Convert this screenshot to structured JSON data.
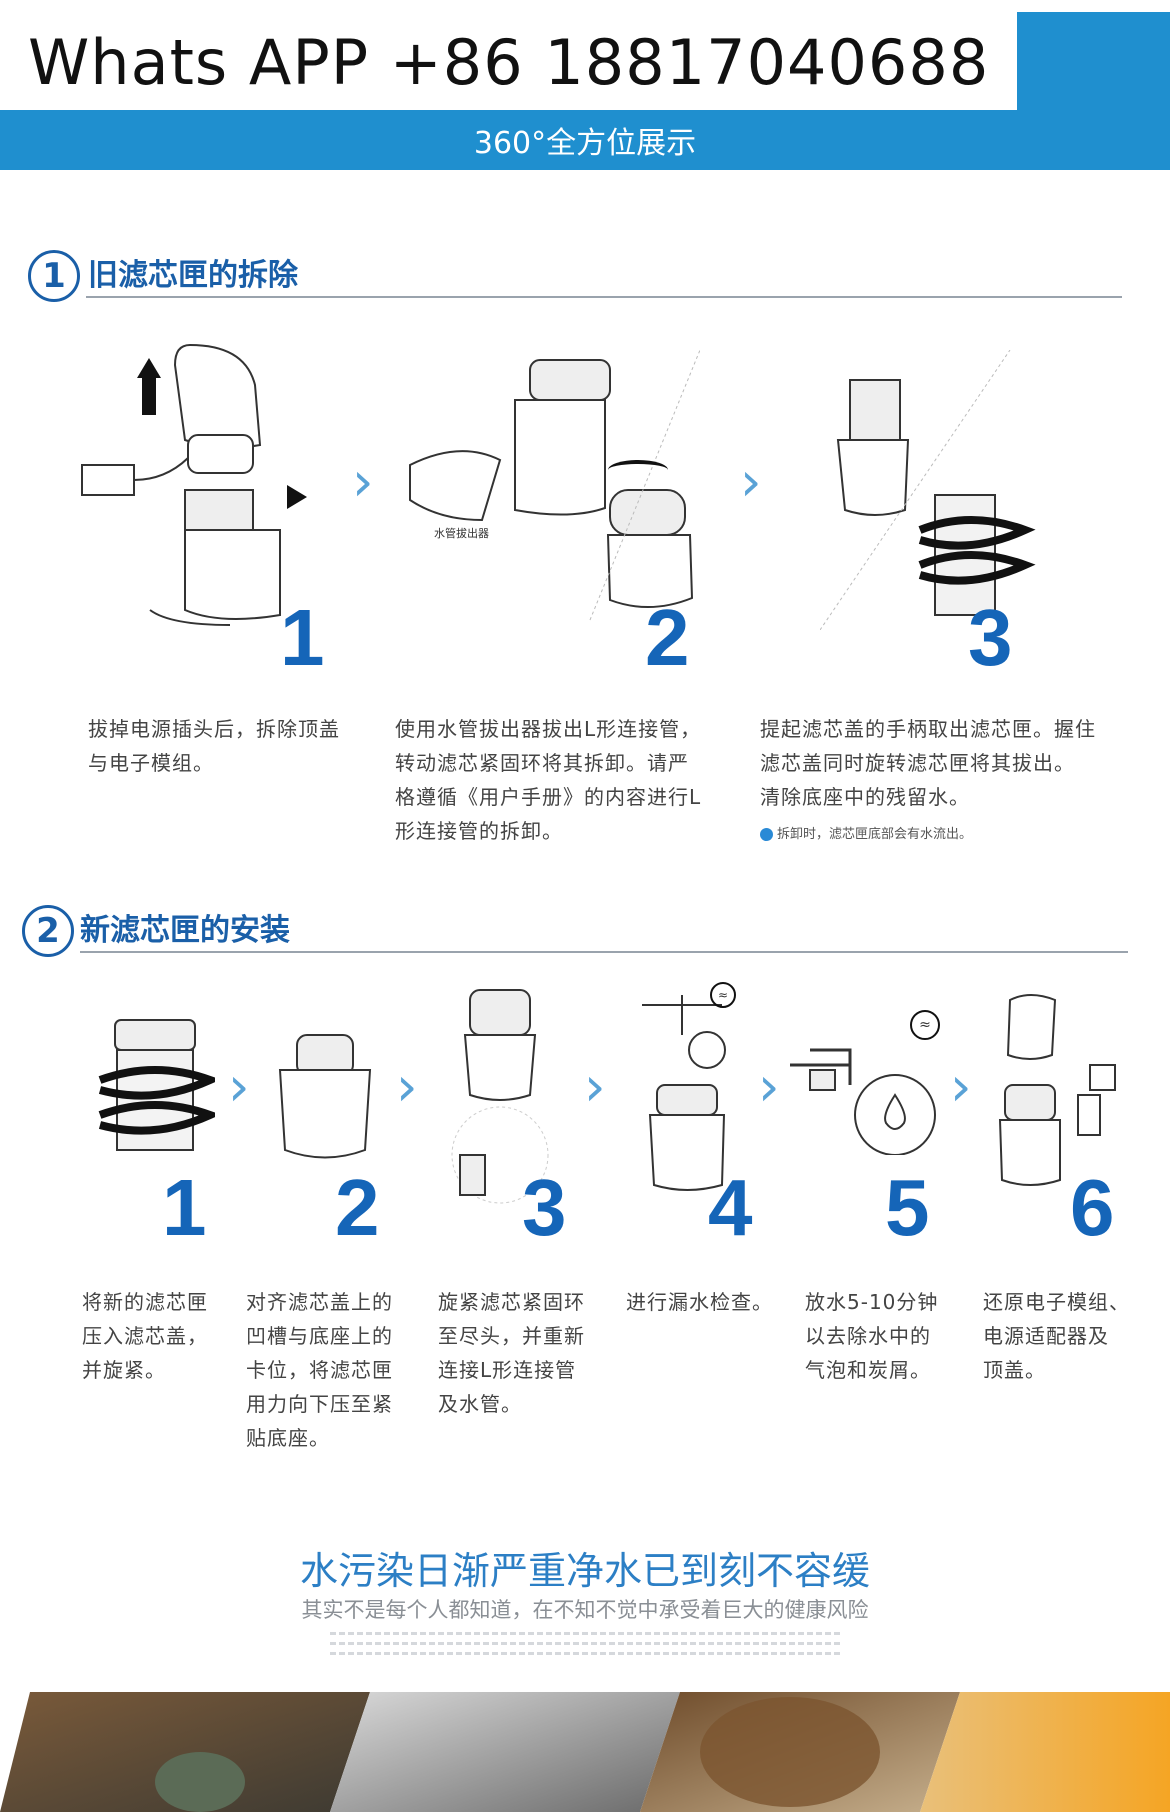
{
  "header": {
    "contact": "Whats APP +86 18817040688",
    "subtitle": "360°全方位展示"
  },
  "section1": {
    "number": "1",
    "title": "旧滤芯匣的拆除",
    "steps": [
      {
        "number": "1",
        "lines": [
          "拔掉电源插头后，拆除顶盖",
          "与电子模组。"
        ]
      },
      {
        "number": "2",
        "label": "水管拔出器",
        "lines": [
          "使用水管拔出器拔出L形连接管，",
          "转动滤芯紧固环将其拆卸。请严",
          "格遵循《用户手册》的内容进行L",
          "形连接管的拆卸。"
        ]
      },
      {
        "number": "3",
        "lines": [
          "提起滤芯盖的手柄取出滤芯匣。握住",
          "滤芯盖同时旋转滤芯匣将其拔出。",
          "清除底座中的残留水。"
        ],
        "note": "拆卸时，滤芯匣底部会有水流出。"
      }
    ]
  },
  "section2": {
    "number": "2",
    "title": "新滤芯匣的安装",
    "steps": [
      {
        "number": "1",
        "lines": [
          "将新的滤芯匣",
          "压入滤芯盖，",
          "并旋紧。"
        ]
      },
      {
        "number": "2",
        "lines": [
          "对齐滤芯盖上的",
          "凹槽与底座上的",
          "卡位，将滤芯匣",
          "用力向下压至紧",
          "贴底座。"
        ]
      },
      {
        "number": "3",
        "lines": [
          "旋紧滤芯紧固环",
          "至尽头，并重新",
          "连接L形连接管",
          "及水管。"
        ]
      },
      {
        "number": "4",
        "lines": [
          "进行漏水检查。"
        ]
      },
      {
        "number": "5",
        "lines": [
          "放水5-10分钟",
          "以去除水中的",
          "气泡和炭屑。"
        ]
      },
      {
        "number": "6",
        "lines": [
          "还原电子模组、",
          "电源适配器及",
          "顶盖。"
        ]
      }
    ]
  },
  "tagline": {
    "title": "水污染日渐严重净水已到刻不容缓",
    "subtitle": "其实不是每个人都知道，在不知不觉中承受着巨大的健康风险"
  },
  "colors": {
    "brand_blue": "#1f8fcf",
    "title_blue": "#1a5fa8",
    "step_blue": "#1565b8"
  },
  "icons": [
    "arrow-up-icon",
    "arrow-right-icon",
    "chevron-right-icon",
    "info-icon",
    "water-drop-icon",
    "wave-icon",
    "rotate-arrow-icon"
  ]
}
